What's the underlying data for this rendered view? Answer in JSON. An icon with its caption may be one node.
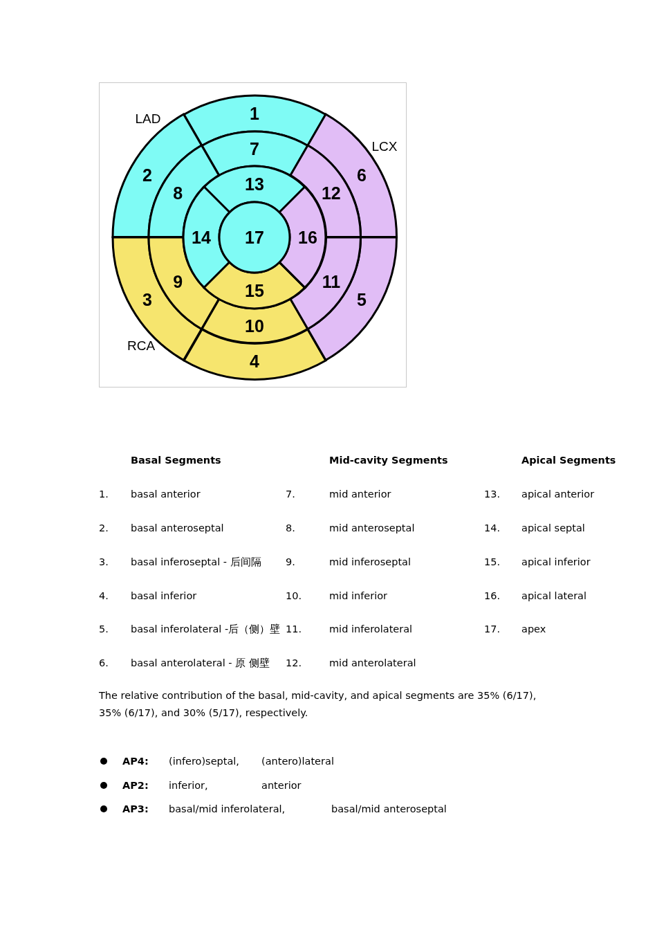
{
  "diagram": {
    "nodes": [
      {
        "text": [
          "1"
        ]
      },
      {
        "text": [
          "2"
        ]
      },
      {
        "text": [
          "3"
        ]
      },
      {
        "text": [
          "4"
        ]
      },
      {
        "text": [
          "5"
        ]
      },
      {
        "text": [
          "6"
        ]
      },
      {
        "text": [
          "7"
        ]
      },
      {
        "text": [
          "8"
        ]
      },
      {
        "text": [
          "9"
        ]
      },
      {
        "text": [
          "10"
        ]
      },
      {
        "text": [
          "11"
        ]
      },
      {
        "text": [
          "12"
        ]
      },
      {
        "text": [
          "13"
        ]
      },
      {
        "text": [
          "14"
        ]
      },
      {
        "text": [
          "15"
        ]
      },
      {
        "text": [
          "16"
        ]
      },
      {
        "text": [
          "17"
        ]
      }
    ],
    "labels": [
      "LAD",
      "LCX",
      "RCA",
      "Basal Segments",
      "Mid-cavity Segments",
      "Apical Segments",
      "1.",
      "basal anterior",
      "7.",
      "mid anterior",
      "13.",
      "apical anterior",
      "2.",
      "basal anteroseptal",
      "8.",
      "mid anteroseptal",
      "14.",
      "apical septal",
      "3.",
      "basal inferoseptal - 后间隔",
      "9.",
      "mid inferoseptal",
      "15.",
      "apical inferior",
      "4.",
      "basal inferior",
      "10.",
      "mid inferior",
      "16.",
      "apical lateral",
      "5.",
      "basal inferolateral -后（侧）壁",
      "11.",
      "mid inferolateral",
      "17.",
      "apex",
      "6.",
      "basal anterolateral - 原 侧壁",
      "12.",
      "mid anterolateral",
      "The relative contribution of the basal, mid-cavity, and apical segments are 35% (6/17), 35% (6/17), and 30% (5/17), respectively.",
      "AP4:",
      "(infero)septal,",
      "(antero)lateral",
      "AP2:",
      "inferior,",
      "anterior",
      "AP3:",
      "basal/mid inferolateral,",
      "basal/mid anteroseptal"
    ]
  }
}
